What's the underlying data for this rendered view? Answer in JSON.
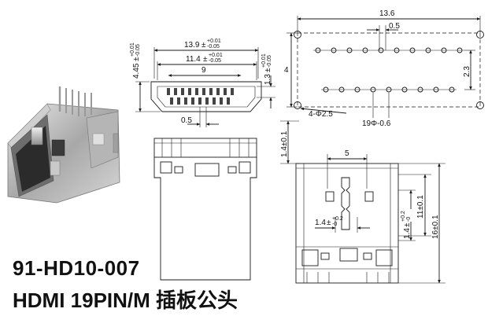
{
  "product": {
    "part_number": "91-HD10-007",
    "description": "HDMI 19PIN/M 插板公头"
  },
  "dimensions": {
    "front": {
      "overall_width": "13.9",
      "overall_width_tol": [
        "+0.01",
        "-0.05"
      ],
      "inner_width": "11.4",
      "inner_width_tol": [
        "+0.01",
        "-0.05"
      ],
      "pin_span": "9",
      "height": "4.45",
      "height_tol": [
        "+0.01",
        "-0.05"
      ],
      "inner_height": "1.3",
      "inner_height_tol": [
        "+0.01",
        "-0.05"
      ],
      "pitch": "0.5"
    },
    "pcb_layout": {
      "overall": "13.6",
      "pitch": "0.5",
      "height": "4",
      "row_spacing": "2.3",
      "mount_holes": "4-Φ2.5",
      "pin_holes": "19Φ-0.6"
    },
    "top": {
      "offset": "1.4±0.1"
    },
    "side": {
      "slot_width": "5",
      "slot_depth": "1.4",
      "slot_depth_tol": [
        "+0.2",
        "-0"
      ],
      "tab_height": "1.4",
      "tab_height_tol": [
        "+0.2",
        "-0"
      ],
      "mid_height": "11±0.1",
      "overall_height": "16±0.1"
    }
  }
}
